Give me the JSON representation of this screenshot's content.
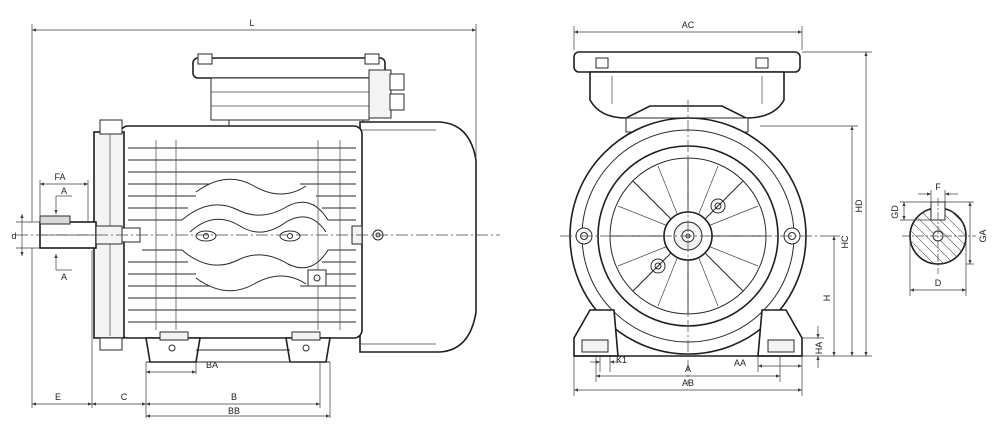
{
  "side_view": {
    "dims": {
      "L": "L",
      "E": "E",
      "C": "C",
      "B": "B",
      "BB": "BB",
      "BA": "BA",
      "FA": "FA",
      "A_top": "A",
      "A_bottom": "A",
      "d": "d"
    }
  },
  "front_view": {
    "dims": {
      "AC": "AC",
      "HD": "HD",
      "HC": "HC",
      "H": "H",
      "HA": "HA",
      "K1": "K1",
      "A": "A",
      "AA": "AA",
      "AB": "AB"
    }
  },
  "shaft_section": {
    "dims": {
      "F": "F",
      "GD": "GD",
      "GA": "GA",
      "D": "D"
    }
  }
}
